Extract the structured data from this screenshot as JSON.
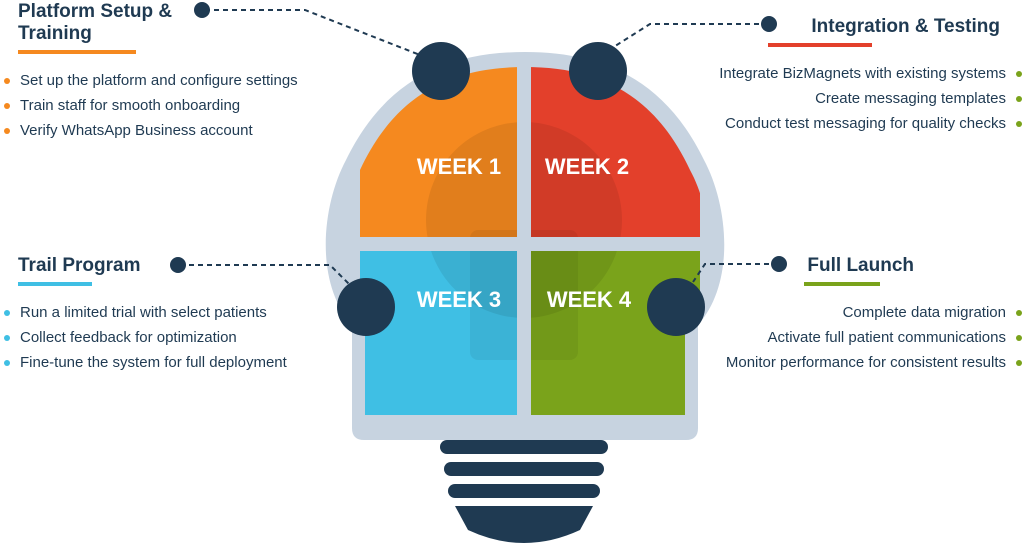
{
  "colors": {
    "orange": "#f5891f",
    "red": "#e3402b",
    "blue": "#3fbfe4",
    "green": "#7aa31b",
    "navy": "#1f3a52",
    "bulb_outline": "#c7d3e0"
  },
  "phases": [
    {
      "week": "WEEK 1",
      "title_line1": "Platform Setup &",
      "title_line2": "Training",
      "items": [
        "Set up the platform and configure settings",
        "Train staff for smooth onboarding",
        "Verify WhatsApp Business account"
      ]
    },
    {
      "week": "WEEK 2",
      "title": "Integration & Testing",
      "items": [
        "Integrate BizMagnets with existing systems",
        "Create messaging templates",
        "Conduct test messaging for quality checks"
      ]
    },
    {
      "week": "WEEK 3",
      "title": "Trail Program",
      "items": [
        "Run a limited trial with select patients",
        "Collect feedback for optimization",
        "Fine-tune the system for full deployment"
      ]
    },
    {
      "week": "WEEK 4",
      "title": "Full Launch",
      "items": [
        "Complete data migration",
        "Activate full patient communications",
        "Monitor performance for consistent results"
      ]
    }
  ]
}
